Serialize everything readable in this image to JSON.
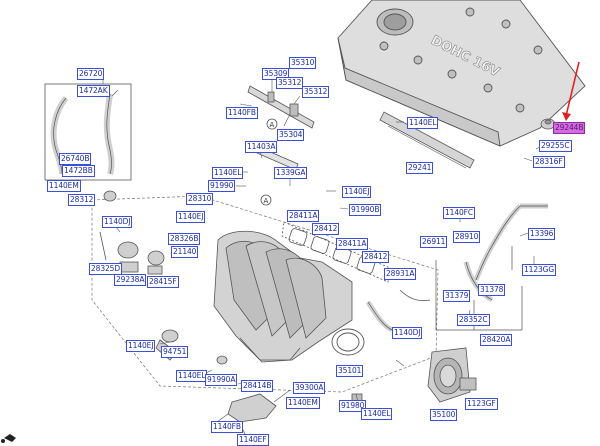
{
  "labels": {
    "p26720": "26720",
    "p1472AK": "1472AK",
    "p26740B": "26740B",
    "p1472BB": "1472BB",
    "p1140EM_a": "1140EM",
    "p28312": "28312",
    "p35309": "35309",
    "p35310": "35310",
    "p35312a": "35312",
    "p35312b": "35312",
    "p1140FB_a": "1140FB",
    "p35304": "35304",
    "p11403A": "11403A",
    "p1140EL_a": "1140EL",
    "p91990": "91990",
    "p28310": "28310",
    "p1339GA": "1339GA",
    "p1140EJ_a": "1140EJ",
    "p91990B": "91990B",
    "p1140DJ_a": "1140DJ",
    "p1140EJ_b": "1140EJ",
    "p28326B": "28326B",
    "p21140": "21140",
    "p28325D": "28325D",
    "p29238A": "29238A",
    "p28415F": "28415F",
    "p28411A_a": "28411A",
    "p28412_a": "28412",
    "p28411A_b": "28411A",
    "p28412_b": "28412",
    "p28931A": "28931A",
    "p1140EL_b": "1140EL",
    "p29241": "29241",
    "p29244B": "29244B",
    "p29255C": "29255C",
    "p28316F": "28316F",
    "p1140FC": "1140FC",
    "p26911": "26911",
    "p28910": "28910",
    "p13396": "13396",
    "p1123GG": "1123GG",
    "p31379": "31379",
    "p31378": "31378",
    "p28352C": "28352C",
    "p28420A": "28420A",
    "p1140DJ_b": "1140DJ",
    "p1140EJ_c": "1140EJ",
    "p94751": "94751",
    "p1140EL_c": "1140EL",
    "p91990A": "91990A",
    "p28414B": "28414B",
    "p39300A": "39300A",
    "p1140EM_b": "1140EM",
    "p35101": "35101",
    "p91980": "91980",
    "p1140EL_d": "1140EL",
    "p35100": "35100",
    "p1123GF": "1123GF",
    "p1140FB_b": "1140FB",
    "p1140EF": "1140EF"
  },
  "cover_text": "DOHC 16V",
  "callouts": {
    "a": "A",
    "b": "A"
  },
  "colors": {
    "label_text": "#1b2aa8",
    "label_border": "#3b4fd8",
    "highlight": "#d66ae3",
    "arrow": "#e02020"
  }
}
